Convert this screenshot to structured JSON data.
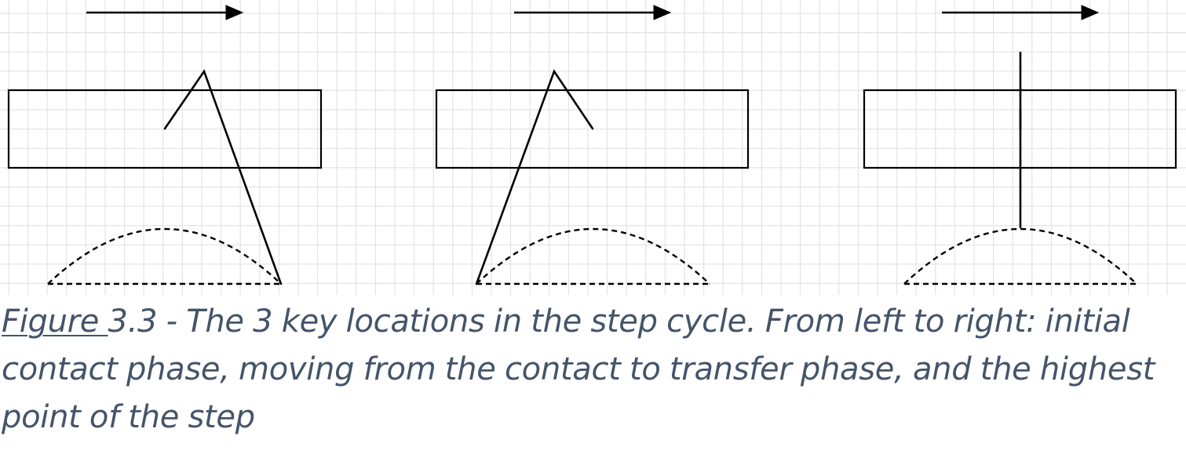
{
  "figure": {
    "panels": [
      {
        "name": "initial-contact"
      },
      {
        "name": "contact-to-transfer"
      },
      {
        "name": "highest-point"
      }
    ]
  },
  "caption": {
    "label": "Figure ",
    "number": "3.3",
    "text": " - The 3 key locations in the step cycle. From left to right: initial contact phase, moving from the contact to transfer phase, and the highest point of the step"
  }
}
